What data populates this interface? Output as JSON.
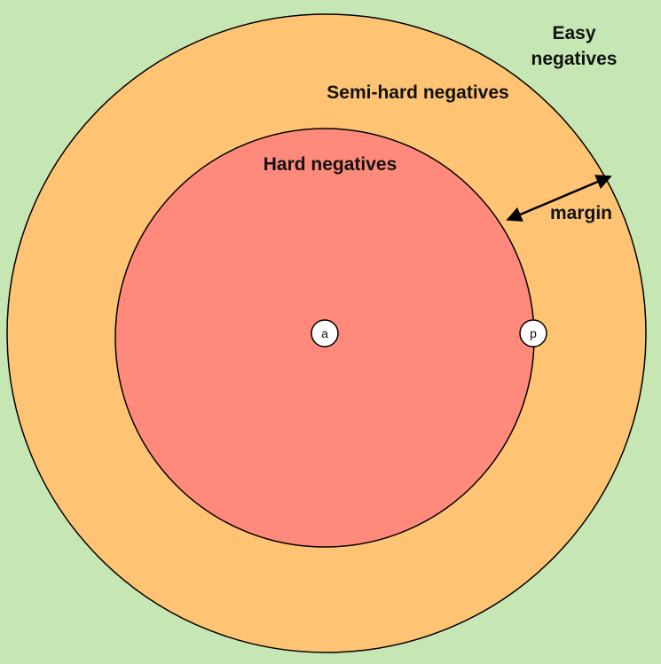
{
  "regions": {
    "easy": {
      "label_line1": "Easy",
      "label_line2": "negatives",
      "color": "#c6e6b3"
    },
    "semi_hard": {
      "label": "Semi-hard negatives",
      "color": "#ffc374"
    },
    "hard": {
      "label": "Hard negatives",
      "color": "#ff8a7b"
    }
  },
  "points": {
    "anchor": {
      "label": "a"
    },
    "positive": {
      "label": "p"
    }
  },
  "margin": {
    "label": "margin"
  },
  "colors": {
    "outline": "#000000",
    "point_fill": "#ffffff"
  }
}
